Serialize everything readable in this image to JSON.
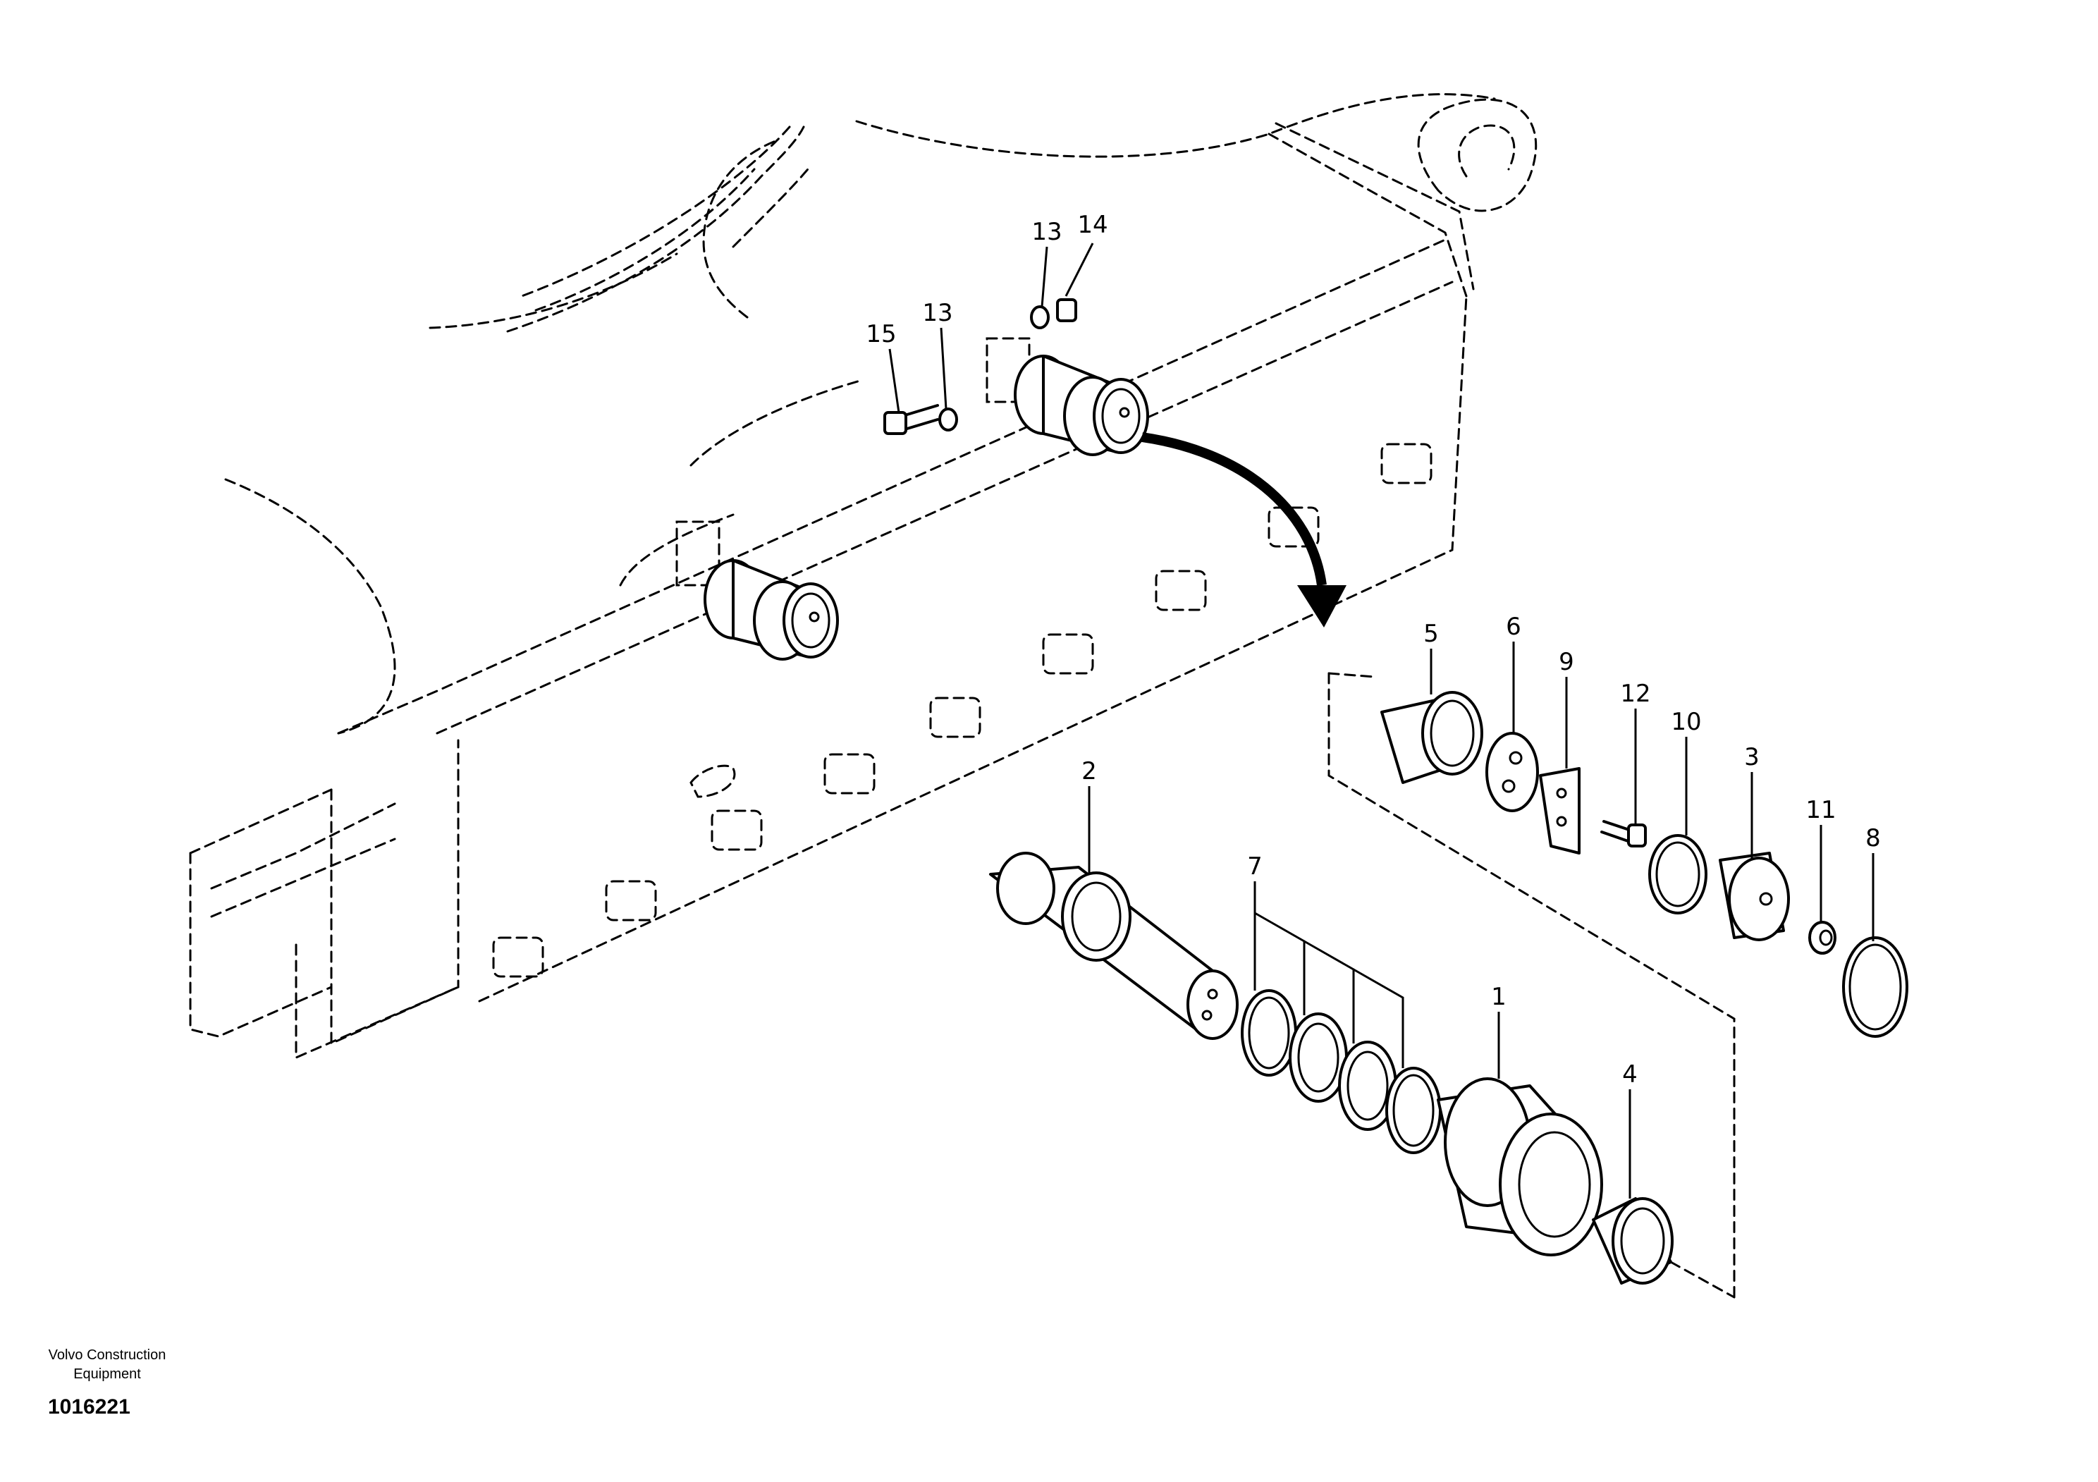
{
  "callouts": {
    "n1": "1",
    "n2": "2",
    "n3": "3",
    "n4": "4",
    "n5": "5",
    "n6": "6",
    "n7": "7",
    "n8": "8",
    "n9": "9",
    "n10": "10",
    "n11": "11",
    "n12": "12",
    "n13a": "13",
    "n13b": "13",
    "n14": "14",
    "n15": "15"
  },
  "footer": {
    "credit_line1": "Volvo Construction",
    "credit_line2": "Equipment",
    "drawing_number": "1016221"
  }
}
